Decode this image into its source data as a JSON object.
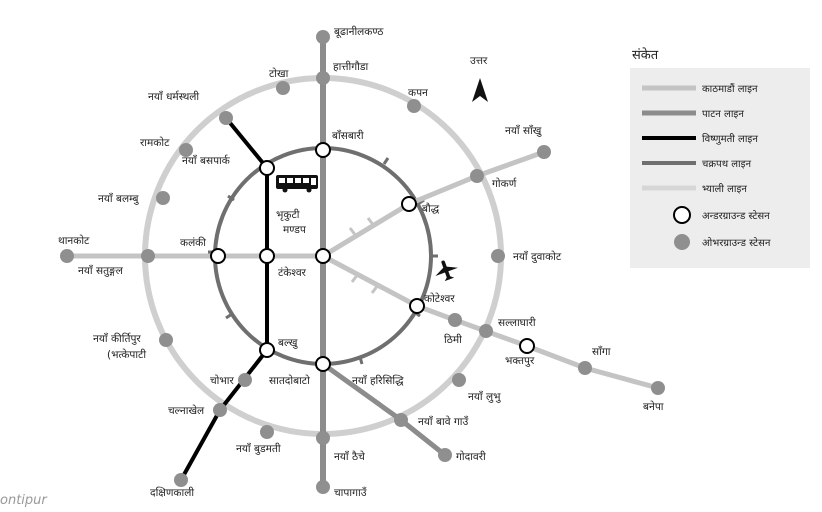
{
  "north_label": "उत्तर",
  "watermark": "ontipur",
  "colors": {
    "kathmandu_line": "#c4c4c4",
    "patan_line": "#8c8c8c",
    "bishnumati_line": "#000000",
    "chakrapath_line": "#6f6f6f",
    "bhyali_line": "#cfcfcf",
    "overground_station": "#8f8f8f",
    "underground_fill": "#ffffff",
    "legend_bg": "#ededed"
  },
  "legend": {
    "title": "संकेत",
    "items": [
      {
        "label": "काठमाडौं लाइन",
        "kind": "line",
        "line": "kathmandu"
      },
      {
        "label": "पाटन लाइन",
        "kind": "line",
        "line": "patan"
      },
      {
        "label": "विष्णुमती लाइन",
        "kind": "line",
        "line": "bishnumati"
      },
      {
        "label": "चक्रपथ लाइन",
        "kind": "line",
        "line": "chakrapath"
      },
      {
        "label": "भ्याली लाइन",
        "kind": "line",
        "line": "bhyali"
      },
      {
        "label": "अन्डरग्राउन्ड स्टेसन",
        "kind": "underground"
      },
      {
        "label": "ओभरग्राउन्ड स्टेसन",
        "kind": "overground"
      }
    ]
  },
  "stations": {
    "budhanilkantha": "बूढानीलकण्ठ",
    "hattigauda": "हात्तीगौडा",
    "tokha": "टोखा",
    "kapan": "कपन",
    "naya_dharmasthali": "नयाँ धर्मस्थली",
    "naya_sankhu": "नयाँ साँखु",
    "ramkot": "रामकोट",
    "naya_basapark": "नयाँ बसपार्क",
    "bansbari": "बाँसबारी",
    "gokarna": "गोकर्ण",
    "naya_balambu": "नयाँ बलम्बु",
    "bhrikuti_mandap": "भृकुटी मण्डप",
    "baudha": "बौद्ध",
    "thankot": "थानकोट",
    "kalanki": "कलंकी",
    "naya_satungal": "नयाँ सतुङ्गल",
    "tundikhel_tekeshwar": "टंकेश्वर",
    "naya_duwakot": "नयाँ दुवाकोट",
    "koteshwar": "कोटेश्वर",
    "thimi": "ठिमी",
    "sallaghari": "सल्लाघारी",
    "naya_kirtipur": "नयाँ कीर्तिपुर",
    "bhatkepati": "(भत्केपाटी",
    "balkhu": "बल्खु",
    "bhaktapur": "भक्तपुर",
    "sanga": "साँगा",
    "chobhar": "चोभार",
    "satdobato": "सातदोबाटो",
    "naya_harisiddhi": "नयाँ हरिसिद्धि",
    "naya_lubhu": "नयाँ लुभु",
    "banepa": "बनेपा",
    "chalnakhel": "चल्नाखेल",
    "naya_bave_gaun": "नयाँ बावे गाउँ",
    "naya_budhamati": "नयाँ बुडमती",
    "naya_thaiche": "नयाँ ठैचे",
    "godawari": "गोदावरी",
    "dakshinkali": "दक्षिणकाली",
    "chapagaun": "चापागाउँ"
  }
}
